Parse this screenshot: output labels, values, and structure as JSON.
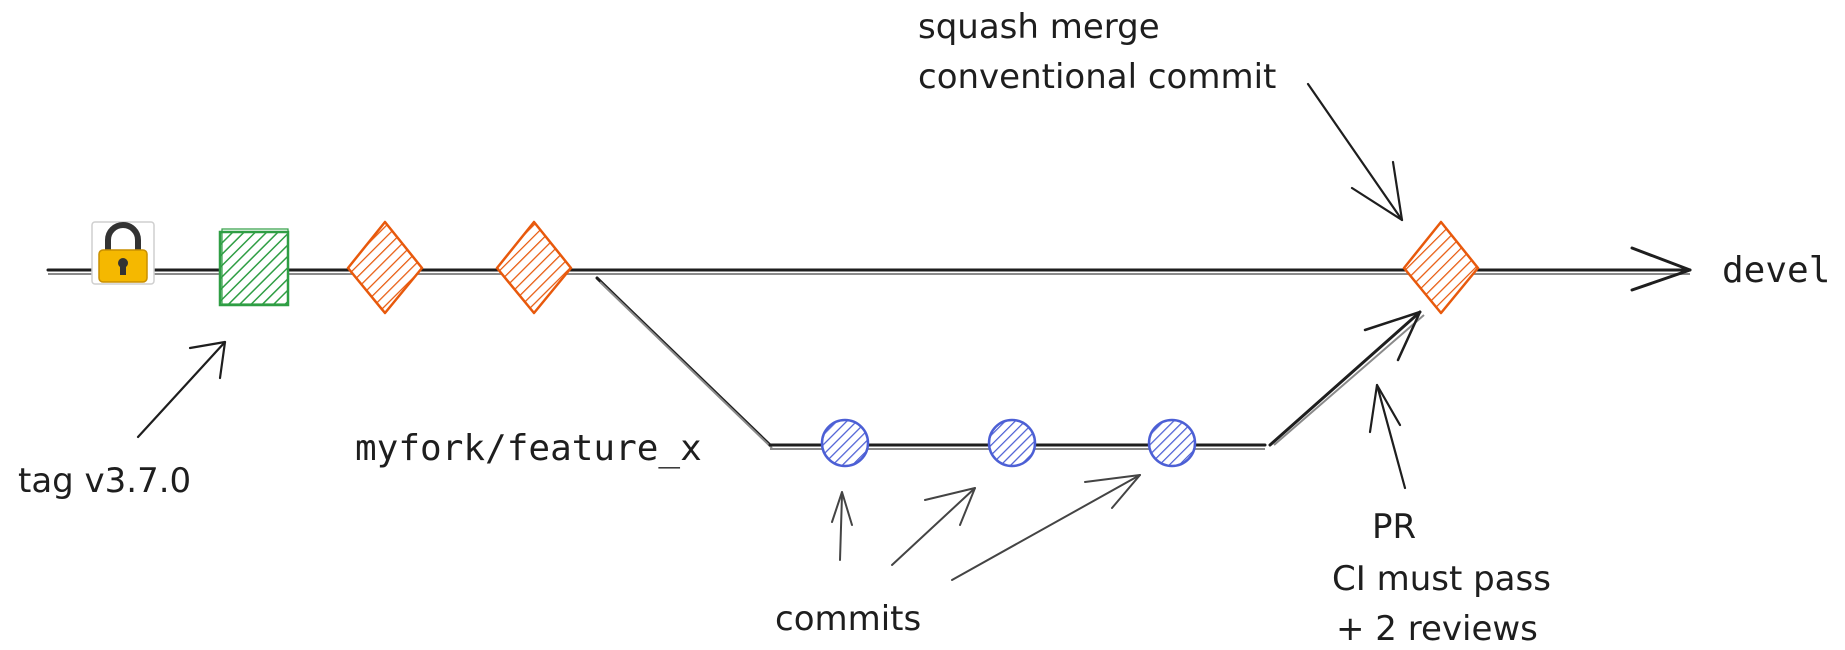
{
  "branches": {
    "main": "devel",
    "feature": "myfork/feature_x"
  },
  "annotations": {
    "tag": "tag v3.7.0",
    "squash_line1": "squash merge",
    "squash_line2": "conventional commit",
    "commits": "commits",
    "pr_line1": "PR",
    "pr_line2": "CI must pass",
    "pr_line3": "+ 2 reviews"
  },
  "icons": {
    "lock": "lock-icon"
  },
  "colors": {
    "line": "#1e1e1e",
    "tag_commit": "#2f9e44",
    "main_commit": "#e8590c",
    "feature_commit": "#4c5fd5",
    "lock_body": "#f5b800"
  }
}
